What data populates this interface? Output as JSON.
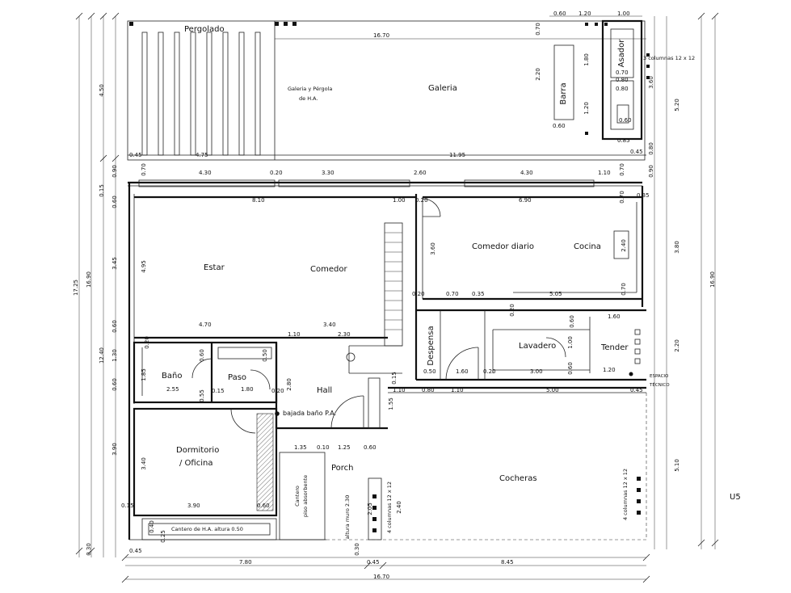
{
  "rooms": {
    "pergolado": "Pergolado",
    "galeria_pergola_1": "Galeria y Pérgola",
    "galeria_pergola_2": "de H.A.",
    "galeria": "Galeria",
    "barra": "Barra",
    "asador": "Asador",
    "estar": "Estar",
    "comedor": "Comedor",
    "comedor_diario": "Comedor diario",
    "cocina": "Cocina",
    "despensa": "Despensa",
    "lavadero": "Lavadero",
    "tender": "Tender",
    "bano": "Baño",
    "paso": "Paso",
    "hall": "Hall",
    "bajada": "bajada baño P.A.",
    "dormitorio_1": "Dormitorio",
    "dormitorio_2": "/ Oficina",
    "porch": "Porch",
    "cocheras": "Cocheras",
    "cantero_1": "Cantero",
    "cantero_2": "piso absorbente",
    "cantero_ha": "Cantero de H.A. altura 0.50",
    "espacio_1": "ESPACIO",
    "espacio_2": "TÉCNICO",
    "columnas_top": "3 columnas 12 x 12",
    "columnas_center": "4 columnas 12 x 12",
    "columnas_right": "4 columnas 12 x 12",
    "altura_muro": "altura muro 2.30",
    "side_note": "U5"
  },
  "dims": {
    "d1670_top": "16.70",
    "d1060_a": "0.60",
    "d120_a": "1.20",
    "d100_a": "1.00",
    "d070_a": "0.70",
    "d220": "2.20",
    "d180": "1.80",
    "d070_b": "0.70",
    "d080_a": "0.80",
    "d120_b": "1.20",
    "d060_b": "0.60",
    "d080_b": "0.80",
    "d085": "0.85",
    "d045_a": "0.45",
    "d360": "3.60",
    "d520": "5.20",
    "d080_r": "0.80",
    "d090_r": "0.90",
    "d045_l": "0.45",
    "d475": "4.75",
    "d1195": "11.95",
    "d450": "4.50",
    "d090_l": "0.90",
    "d015": "0.15",
    "d060_l": "0.60",
    "d345": "3.45",
    "d060_l2": "0.60",
    "d130": "1.30",
    "d1240": "12.40",
    "d060_l3": "0.60",
    "d390": "3.90",
    "d1725": "17.25",
    "d1690_l": "16.90",
    "d070_w": "0.70",
    "d430_a": "4.30",
    "d020_a": "0.20",
    "d330": "3.30",
    "d260": "2.60",
    "d430_b": "4.30",
    "d110_a": "1.10",
    "d070_c": "0.70",
    "d810": "8.10",
    "d100_b": "1.00",
    "d020_b": "0.20",
    "d690": "6.90",
    "d070_d": "0.70",
    "d495": "4.95",
    "d360_c": "3.60",
    "d240": "2.40",
    "d380": "3.80",
    "d1690_r": "16.90",
    "d020_c": "0.20",
    "d070_e": "0.70",
    "d035": "0.35",
    "d505": "5.05",
    "d070_f": "0.70",
    "d160": "1.60",
    "d470": "4.70",
    "d340_a": "3.40",
    "d110_b": "1.10",
    "d230": "2.30",
    "d060_g": "0.60",
    "d050_g": "0.50",
    "d185": "1.85",
    "d255": "2.55",
    "d055": "0.55",
    "d015_g": "0.15",
    "d180_b": "1.80",
    "d020_g": "0.20",
    "d280": "2.80",
    "d050_d": "0.50",
    "d160_d": "1.60",
    "d020_d": "0.20",
    "d300": "3.00",
    "d060_h": "0.60",
    "d120_t": "1.20",
    "d220_r": "2.20",
    "d100_l": "1.00",
    "d110_c": "1.10",
    "d080_c": "0.80",
    "d110_d": "1.10",
    "d500": "5.00",
    "d045_r": "0.45",
    "d155": "1.55",
    "d135": "1.35",
    "d010": "0.10",
    "d125": "1.25",
    "d060_p": "0.60",
    "d340_b": "3.40",
    "d390_b": "3.90",
    "d060_f": "0.60",
    "d015_b": "0.15",
    "d030": "0.30",
    "d510": "5.10",
    "d205": "2.05",
    "d240_c": "2.40",
    "d045_b": "0.45",
    "d780": "7.80",
    "d045_c": "0.45",
    "d845": "8.45",
    "d1670_bot": "16.70",
    "d030_bl": "0.30",
    "d040": "0.40",
    "d025": "0.25"
  }
}
